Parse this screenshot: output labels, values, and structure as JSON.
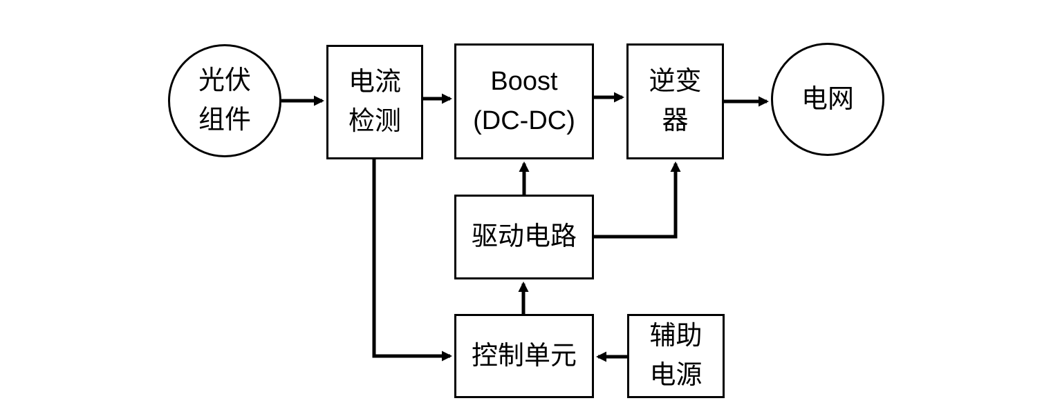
{
  "diagram": {
    "description": "Photovoltaic grid-connected system block diagram",
    "colors": {
      "stroke": "#000000",
      "text": "#000000",
      "background": "#ffffff"
    },
    "nodes": {
      "pv_module": {
        "shape": "circle",
        "label": "光伏组件",
        "lines": [
          "光伏",
          "组件"
        ]
      },
      "current_detection": {
        "shape": "rect",
        "label": "电流检测",
        "lines": [
          "电流",
          "检测"
        ]
      },
      "boost": {
        "shape": "rect",
        "label": "Boost (DC-DC)",
        "lines": [
          "Boost",
          "(DC-DC)"
        ]
      },
      "inverter": {
        "shape": "rect",
        "label": "逆变器",
        "lines": [
          "逆变",
          "器"
        ]
      },
      "grid": {
        "shape": "circle",
        "label": "电网",
        "lines": [
          "电网"
        ]
      },
      "drive_circuit": {
        "shape": "rect",
        "label": "驱动电路",
        "lines": [
          "驱动电路"
        ]
      },
      "control_unit": {
        "shape": "rect",
        "label": "控制单元",
        "lines": [
          "控制单元"
        ]
      },
      "aux_power": {
        "shape": "rect",
        "label": "辅助电源",
        "lines": [
          "辅助",
          "电源"
        ]
      }
    },
    "edges": [
      {
        "from": "pv_module",
        "to": "current_detection",
        "style": "arrow"
      },
      {
        "from": "current_detection",
        "to": "boost",
        "style": "arrow"
      },
      {
        "from": "boost",
        "to": "inverter",
        "style": "arrow"
      },
      {
        "from": "inverter",
        "to": "grid",
        "style": "arrow"
      },
      {
        "from": "drive_circuit",
        "to": "boost",
        "style": "arrow"
      },
      {
        "from": "drive_circuit",
        "to": "inverter",
        "style": "arrow-elbow"
      },
      {
        "from": "control_unit",
        "to": "drive_circuit",
        "style": "arrow"
      },
      {
        "from": "current_detection",
        "to": "control_unit",
        "style": "arrow-elbow"
      },
      {
        "from": "aux_power",
        "to": "control_unit",
        "style": "arrow"
      }
    ]
  }
}
